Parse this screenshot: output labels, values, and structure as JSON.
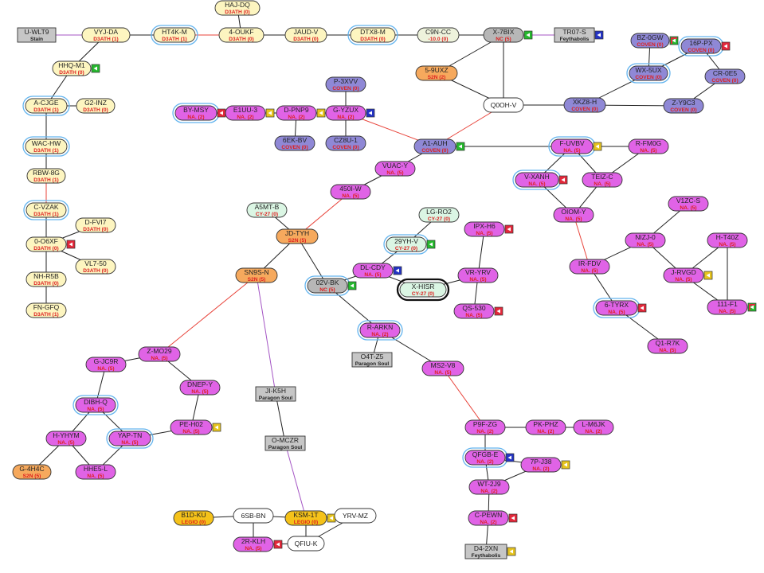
{
  "colors": {
    "D3ATH": "#fdf5c0",
    "NA.": "#e063e6",
    "COVEN": "#8f88d6",
    "S2N": "#f6a95d",
    "CY-27": "#dbf6e4",
    "LEGIO": "#f5c21a",
    "NC": "#b7b7b7",
    "-10.0": "#eef3dc",
    "empty": "#ffffff",
    "station": "#c6c6c6",
    "edge_default": "#222222",
    "edge_red": "#e8433a",
    "edge_purple": "#a455c4",
    "subtext": "#dd1f1f",
    "highlight_ring": "#63b4ee"
  },
  "marker_colors": {
    "red": "#e2283a",
    "yellow": "#e6c41e",
    "green": "#25b82e",
    "blue": "#2333c4",
    "rg": "#25b82e"
  },
  "nodes": [
    {
      "id": "HAJ-DQ",
      "sub": "D3ATH (0)"
    },
    {
      "id": "U-WLT9",
      "sub": "Stain"
    },
    {
      "id": "VYJ-DA",
      "sub": "D3ATH (1)"
    },
    {
      "id": "HT4K-M",
      "sub": "D3ATH (1)"
    },
    {
      "id": "4-OUKF",
      "sub": "D3ATH (0)"
    },
    {
      "id": "JAUD-V",
      "sub": "D3ATH (0)"
    },
    {
      "id": "DTX8-M",
      "sub": "D3ATH (0)"
    },
    {
      "id": "C9N-CC",
      "sub": "-10.0 (0)"
    },
    {
      "id": "X-7BIX",
      "sub": "NC (5)"
    },
    {
      "id": "TR07-S",
      "sub": "Feythabolis"
    },
    {
      "id": "BZ-0GW",
      "sub": "COVEN (0)"
    },
    {
      "id": "16P-PX",
      "sub": "COVEN (0)"
    },
    {
      "id": "HHQ-M1",
      "sub": "D3ATH (0)"
    },
    {
      "id": "5-9UXZ",
      "sub": "S2N (2)"
    },
    {
      "id": "WX-5UX",
      "sub": "COVEN (0)"
    },
    {
      "id": "CR-0E5",
      "sub": "COVEN (0)"
    },
    {
      "id": "P-3XVV",
      "sub": "COVEN (0)"
    },
    {
      "id": "A-CJGE",
      "sub": "D3ATH (1)"
    },
    {
      "id": "G2-INZ",
      "sub": "D3ATH (0)"
    },
    {
      "id": "Q0OH-V",
      "sub": ""
    },
    {
      "id": "XKZ8-H",
      "sub": "COVEN (0)"
    },
    {
      "id": "Z-Y9C3",
      "sub": "COVEN (0)"
    },
    {
      "id": "BY-MSY",
      "sub": "NA. (2)"
    },
    {
      "id": "E1UU-3",
      "sub": "NA. (2)"
    },
    {
      "id": "D-PNP9",
      "sub": "NA. (2)"
    },
    {
      "id": "G-YZUX",
      "sub": "NA. (2)"
    },
    {
      "id": "6EK-BV",
      "sub": "COVEN (0)"
    },
    {
      "id": "CZ8U-1",
      "sub": "COVEN (0)"
    },
    {
      "id": "WAC-HW",
      "sub": "D3ATH (1)"
    },
    {
      "id": "A1-AUH",
      "sub": "COVEN (0)"
    },
    {
      "id": "F-UVBV",
      "sub": "NA. (5)"
    },
    {
      "id": "R-FM0G",
      "sub": "NA. (5)"
    },
    {
      "id": "VUAC-Y",
      "sub": "NA. (5)"
    },
    {
      "id": "RBW-8G",
      "sub": "D3ATH (1)"
    },
    {
      "id": "V-XANH",
      "sub": "NA. (5)"
    },
    {
      "id": "TEIZ-C",
      "sub": "NA. (5)"
    },
    {
      "id": "450I-W",
      "sub": "NA. (5)"
    },
    {
      "id": "V1ZC-S",
      "sub": "NA. (5)"
    },
    {
      "id": "C-VZAK",
      "sub": "D3ATH (1)"
    },
    {
      "id": "A5MT-B",
      "sub": "CY-27 (0)"
    },
    {
      "id": "LG-RO2",
      "sub": "CY-27 (0)"
    },
    {
      "id": "OIOM-Y",
      "sub": "NA. (5)"
    },
    {
      "id": "D-FVI7",
      "sub": "D3ATH (0)"
    },
    {
      "id": "JD-TYH",
      "sub": "S2N (5)"
    },
    {
      "id": "IPX-H6",
      "sub": "NA. (5)"
    },
    {
      "id": "NIZJ-0",
      "sub": "NA. (5)"
    },
    {
      "id": "H-T40Z",
      "sub": "NA. (5)"
    },
    {
      "id": "0-O6XF",
      "sub": "D3ATH (0)"
    },
    {
      "id": "29YH-V",
      "sub": "CY-27 (0)"
    },
    {
      "id": "VL7-50",
      "sub": "D3ATH (0)"
    },
    {
      "id": "DL-CDY",
      "sub": "NA. (5)"
    },
    {
      "id": "IR-FDV",
      "sub": "NA. (5)"
    },
    {
      "id": "SN9S-N",
      "sub": "S2N (5)"
    },
    {
      "id": "VR-YRV",
      "sub": "NA. (5)"
    },
    {
      "id": "J-RVGD",
      "sub": "NA. (5)"
    },
    {
      "id": "NH-R5B",
      "sub": "D3ATH (0)"
    },
    {
      "id": "02V-BK",
      "sub": "NC (5)"
    },
    {
      "id": "X-HISR",
      "sub": "CY-27 (0)"
    },
    {
      "id": "111-F1",
      "sub": "NA. (5)"
    },
    {
      "id": "6-TYRX",
      "sub": "NA. (5)"
    },
    {
      "id": "QS-530",
      "sub": "NA. (5)"
    },
    {
      "id": "FN-GFQ",
      "sub": "D3ATH (1)"
    },
    {
      "id": "R-ARKN",
      "sub": "NA. (2)"
    },
    {
      "id": "O4T-Z5",
      "sub": "Paragon Soul"
    },
    {
      "id": "Q1-R7K",
      "sub": "NA. (5)"
    },
    {
      "id": "Z-MO29",
      "sub": "NA. (5)"
    },
    {
      "id": "G-JC9R",
      "sub": "NA. (5)"
    },
    {
      "id": "MS2-V8",
      "sub": "NA. (5)"
    },
    {
      "id": "DNEP-Y",
      "sub": "NA. (5)"
    },
    {
      "id": "JI-K5H",
      "sub": "Paragon Soul"
    },
    {
      "id": "DIBH-Q",
      "sub": "NA. (5)"
    },
    {
      "id": "PE-H02",
      "sub": "NA. (5)"
    },
    {
      "id": "P9F-ZG",
      "sub": "NA. (2)"
    },
    {
      "id": "PK-PHZ",
      "sub": "NA. (2)"
    },
    {
      "id": "L-M6JK",
      "sub": "NA. (2)"
    },
    {
      "id": "H-YHYM",
      "sub": "NA. (5)"
    },
    {
      "id": "YAP-TN",
      "sub": "NA. (5)"
    },
    {
      "id": "O-MCZR",
      "sub": "Paragon Soul"
    },
    {
      "id": "QFGB-E",
      "sub": "NA. (2)"
    },
    {
      "id": "7P-J38",
      "sub": "NA. (2)"
    },
    {
      "id": "G-4H4C",
      "sub": "S2N (5)"
    },
    {
      "id": "HHE5-L",
      "sub": "NA. (5)"
    },
    {
      "id": "WT-2J9",
      "sub": "NA. (2)"
    },
    {
      "id": "B1D-KU",
      "sub": "LEGIO (0)"
    },
    {
      "id": "6SB-BN",
      "sub": ""
    },
    {
      "id": "KSM-1T",
      "sub": "LEGIO (0)"
    },
    {
      "id": "YRV-MZ",
      "sub": ""
    },
    {
      "id": "C-PEWN",
      "sub": "NA. (2)"
    },
    {
      "id": "2R-KLH",
      "sub": "NA. (5)"
    },
    {
      "id": "QFIU-K",
      "sub": ""
    },
    {
      "id": "D4-2XN",
      "sub": "Feythabolis"
    }
  ]
}
